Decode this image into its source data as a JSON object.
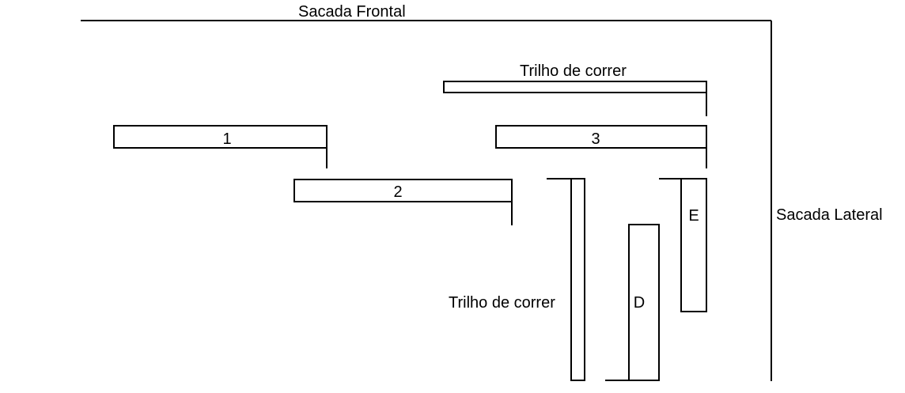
{
  "labels": {
    "front_balcony": "Sacada Frontal",
    "side_balcony": "Sacada Lateral",
    "rail_top": "Trilho de correr",
    "rail_vertical": "Trilho de correr",
    "panel_1": "1",
    "panel_2": "2",
    "panel_3": "3",
    "panel_d": "D",
    "panel_e": "E"
  },
  "colors": {
    "stroke": "#000000",
    "background": "#ffffff"
  }
}
